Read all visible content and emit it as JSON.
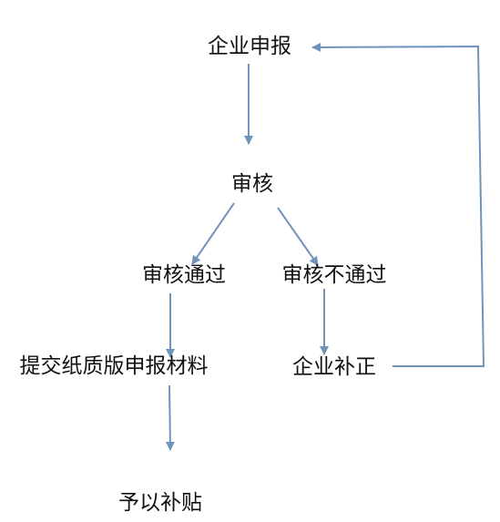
{
  "nodes": {
    "apply": "企业申报",
    "review": "审核",
    "pass": "审核通过",
    "fail": "审核不通过",
    "paper": "提交纸质版申报材料",
    "correct": "企业补正",
    "subsidy": "予以补贴"
  },
  "edges": [
    {
      "from": "apply",
      "to": "review"
    },
    {
      "from": "review",
      "to": "pass"
    },
    {
      "from": "review",
      "to": "fail"
    },
    {
      "from": "pass",
      "to": "paper"
    },
    {
      "from": "fail",
      "to": "correct"
    },
    {
      "from": "paper",
      "to": "subsidy"
    },
    {
      "from": "correct",
      "to": "apply"
    }
  ],
  "colors": {
    "edge": "#6f93b9",
    "text": "#111111",
    "background": "#ffffff"
  }
}
